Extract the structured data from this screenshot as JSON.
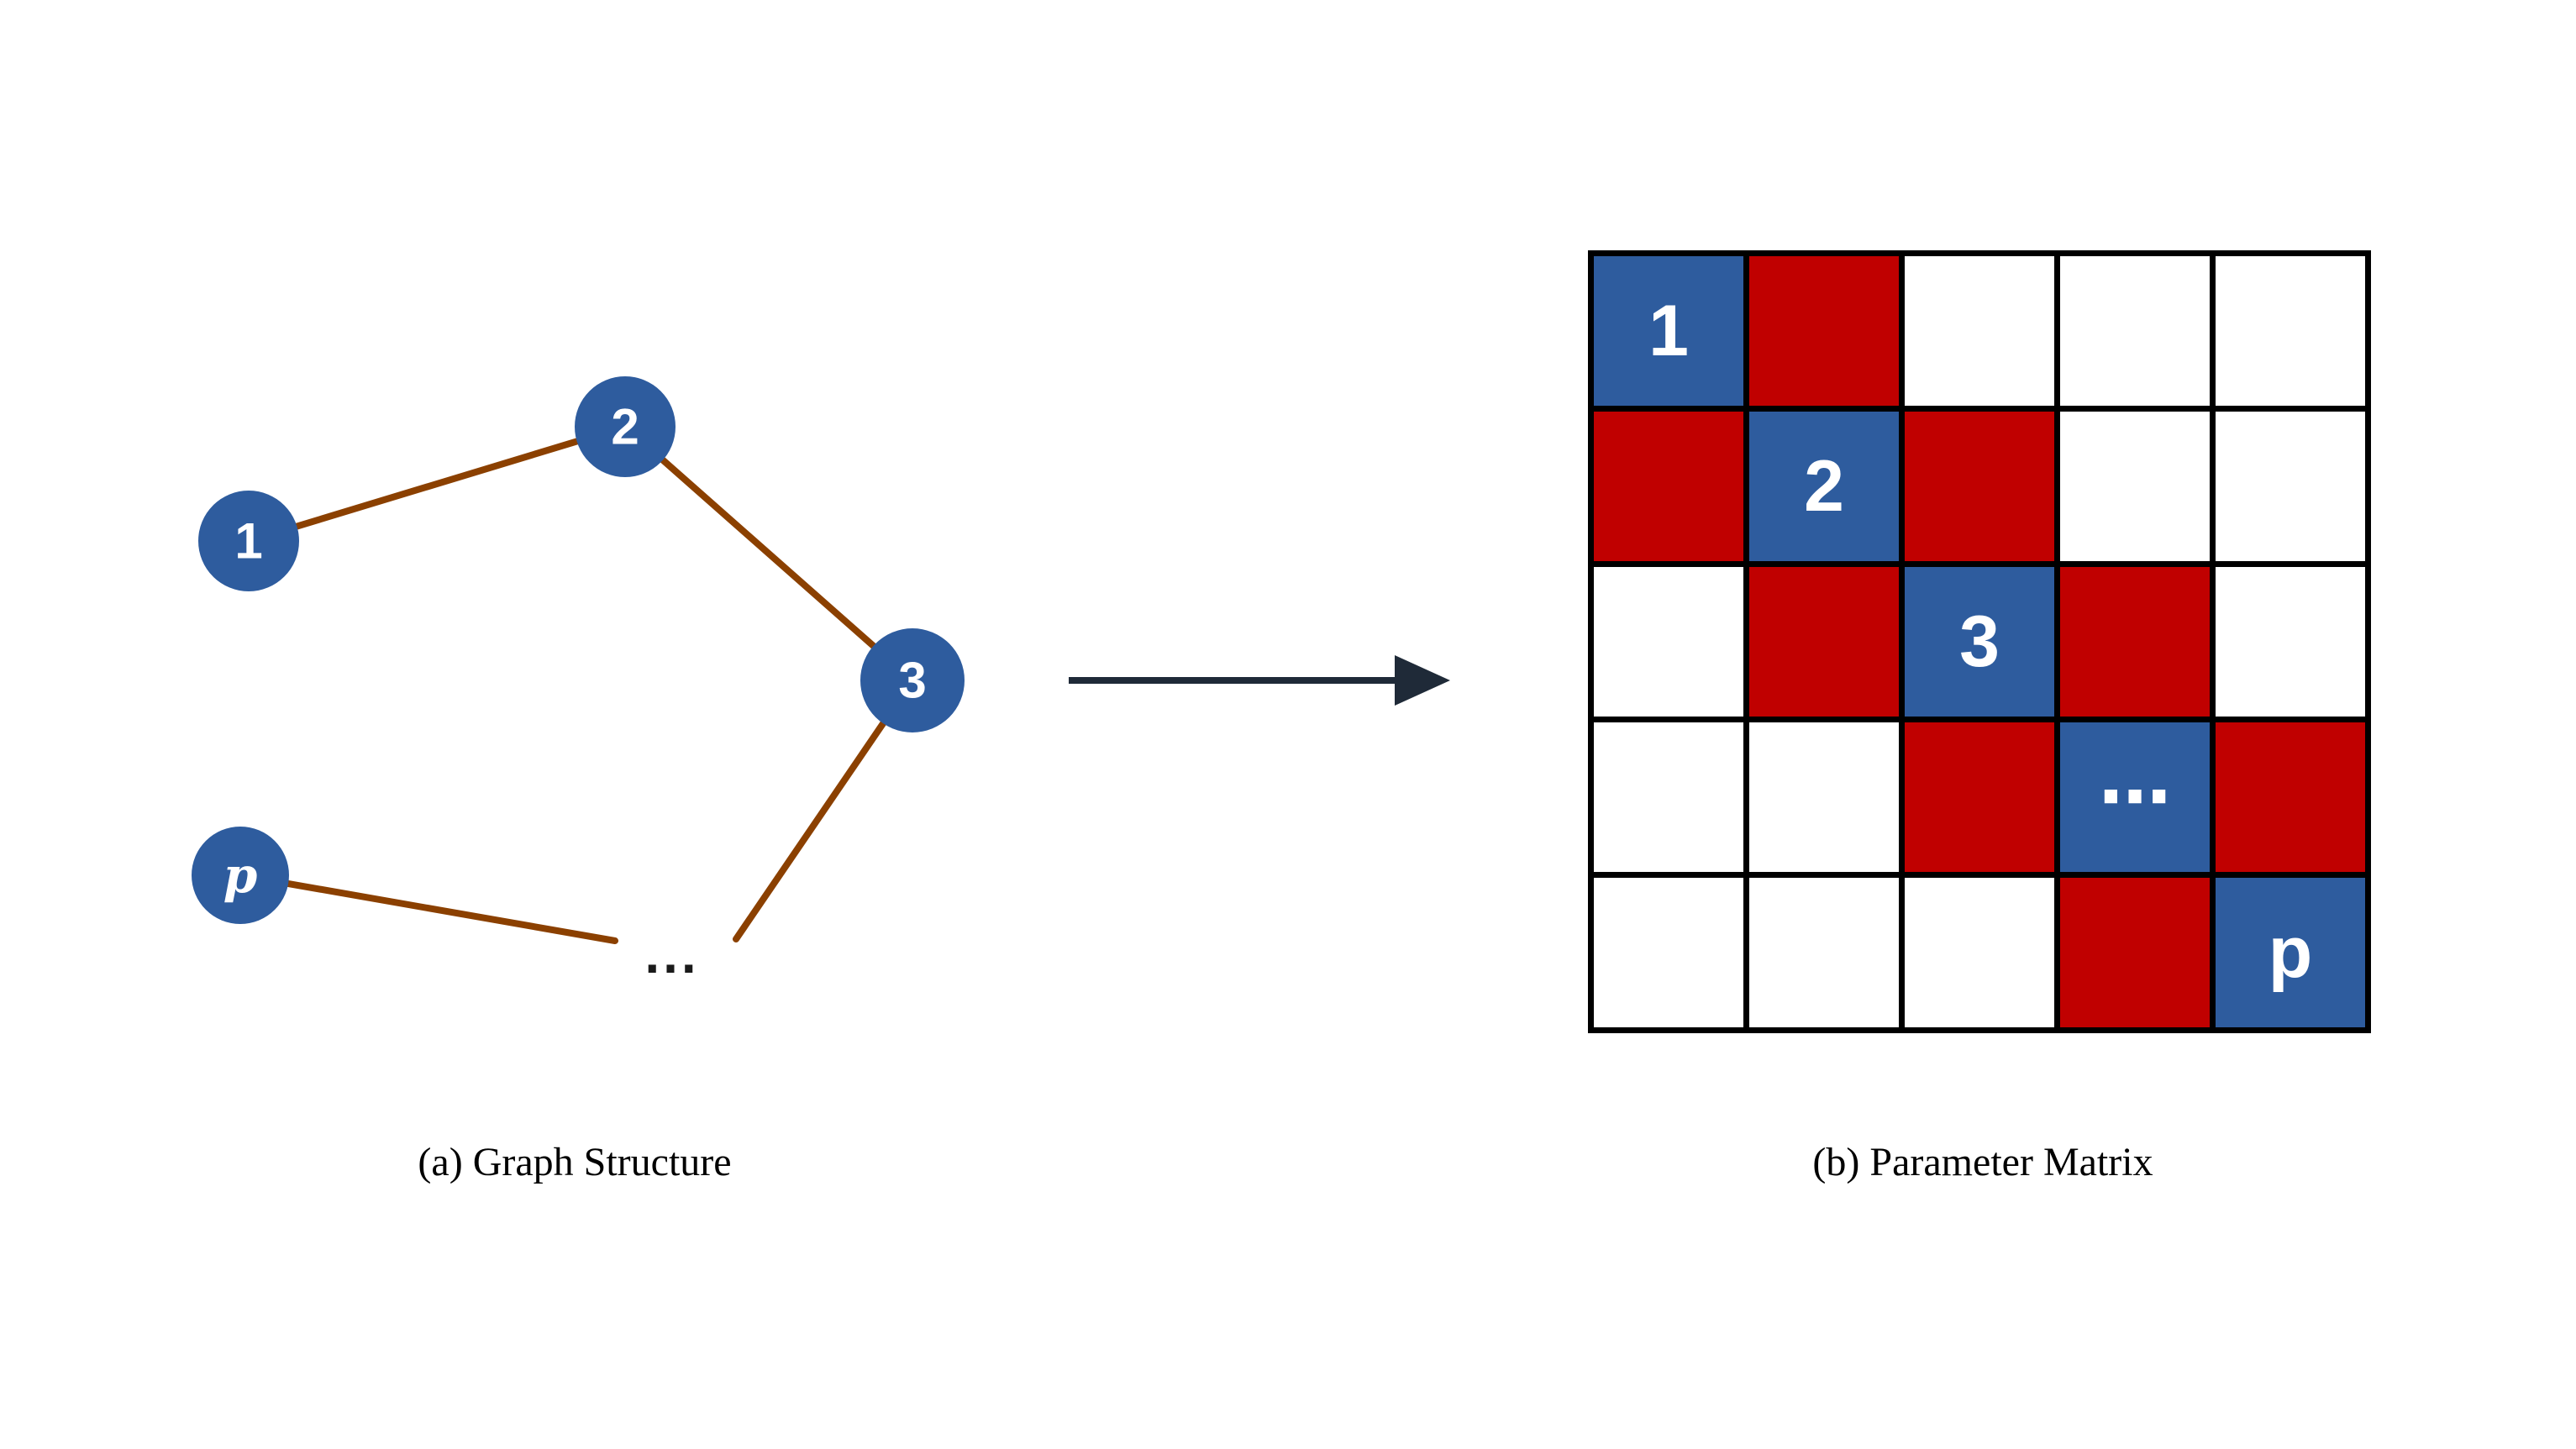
{
  "captions": {
    "a": "(a) Graph Structure",
    "b": "(b) Parameter Matrix"
  },
  "graph": {
    "node_labels": {
      "n1": "1",
      "n2": "2",
      "n3": "3",
      "np": "p"
    },
    "ellipsis": "...",
    "node_color": "#2E5C9E",
    "edge_color": "#8B4000",
    "edges": [
      [
        "1",
        "2"
      ],
      [
        "2",
        "3"
      ],
      [
        "3",
        "..."
      ],
      [
        "p",
        "..."
      ]
    ]
  },
  "arrow": {
    "color": "#1F2A38",
    "direction": "right"
  },
  "matrix": {
    "rows": 5,
    "cols": 5,
    "diagonal_labels": [
      "1",
      "2",
      "3",
      "⋯",
      "p"
    ],
    "cells": [
      [
        "blue",
        "red",
        "white",
        "white",
        "white"
      ],
      [
        "red",
        "blue",
        "red",
        "white",
        "white"
      ],
      [
        "white",
        "red",
        "blue",
        "red",
        "white"
      ],
      [
        "white",
        "white",
        "red",
        "blue",
        "red"
      ],
      [
        "white",
        "white",
        "white",
        "red",
        "blue"
      ]
    ],
    "colors": {
      "blue": "#2E5C9E",
      "red": "#C00000",
      "white": "#FFFFFF",
      "grid": "#000000"
    }
  }
}
